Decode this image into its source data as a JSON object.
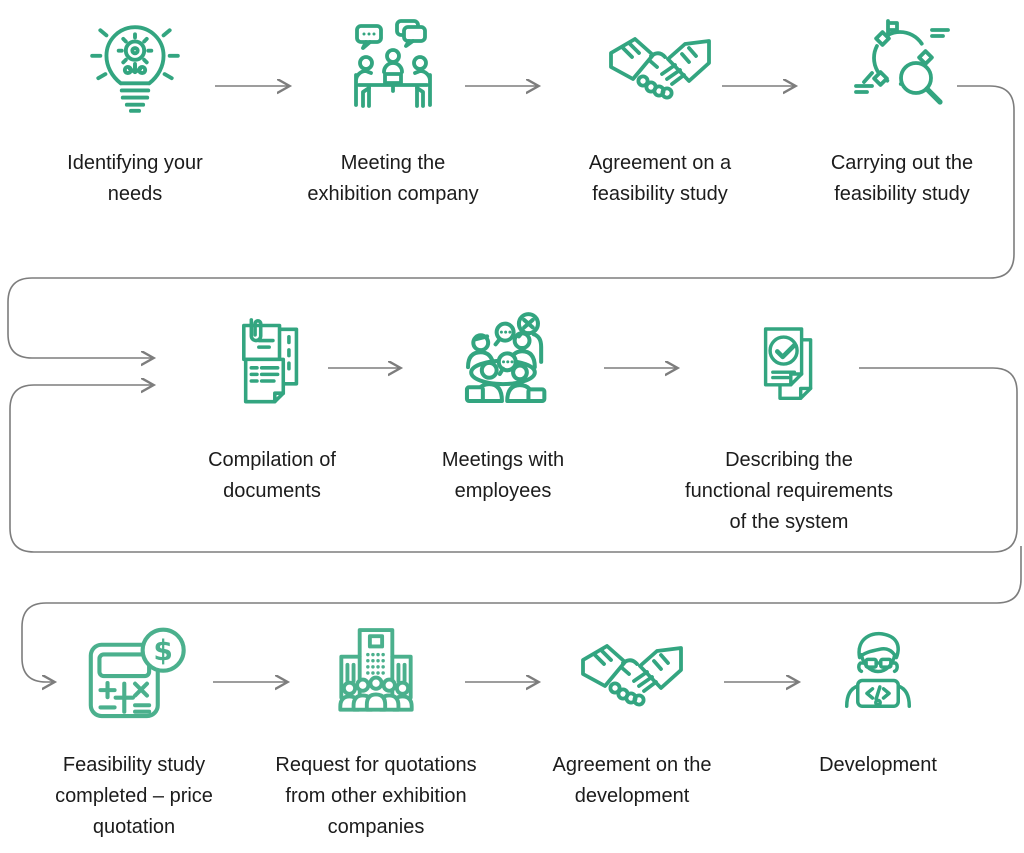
{
  "palette": {
    "icon_green": "#33A580",
    "icon_green_light": "#4BB08D",
    "connector_gray": "#7d7d7d",
    "text_color": "#1c1c1c",
    "background": "#ffffff"
  },
  "flow": {
    "rows": [
      {
        "steps": [
          {
            "id": "identifying-your-needs",
            "icon": "idea-lightbulb-gear",
            "label": "Identifying your\nneeds"
          },
          {
            "id": "meeting-the-exhibition-company",
            "icon": "meeting-table-chat",
            "label": "Meeting the\nexhibition company"
          },
          {
            "id": "agreement-on-a-feasibility-study",
            "icon": "handshake",
            "label": "Agreement on a\nfeasibility study"
          },
          {
            "id": "carrying-out-the-feasibility-study",
            "icon": "research-magnifier-process",
            "label": "Carrying out the\nfeasibility study"
          }
        ]
      },
      {
        "steps": [
          {
            "id": "compilation-of-documents",
            "icon": "documents-paperclip",
            "label": "Compilation of\ndocuments"
          },
          {
            "id": "meetings-with-employees",
            "icon": "roundtable-discussion",
            "label": "Meetings with\nemployees"
          },
          {
            "id": "describing-functional-requirements",
            "icon": "document-checkmark",
            "label": "Describing the\nfunctional requirements\nof the system"
          }
        ]
      },
      {
        "steps": [
          {
            "id": "feasibility-study-completed-price-quotation",
            "icon": "calculator-dollar",
            "label": "Feasibility study\ncompleted – price\nquotation"
          },
          {
            "id": "request-for-quotations-other-companies",
            "icon": "building-crowd",
            "label": "Request for quotations\nfrom other exhibition\ncompanies"
          },
          {
            "id": "agreement-on-the-development",
            "icon": "handshake",
            "label": "Agreement on the\ndevelopment"
          },
          {
            "id": "development",
            "icon": "developer-laptop",
            "label": "Development"
          }
        ]
      }
    ],
    "edges": [
      [
        "identifying-your-needs",
        "meeting-the-exhibition-company"
      ],
      [
        "meeting-the-exhibition-company",
        "agreement-on-a-feasibility-study"
      ],
      [
        "agreement-on-a-feasibility-study",
        "carrying-out-the-feasibility-study"
      ],
      [
        "carrying-out-the-feasibility-study",
        "compilation-of-documents"
      ],
      [
        "compilation-of-documents",
        "meetings-with-employees"
      ],
      [
        "meetings-with-employees",
        "describing-functional-requirements"
      ],
      [
        "describing-functional-requirements",
        "feasibility-study-completed-price-quotation"
      ],
      [
        "feasibility-study-completed-price-quotation",
        "request-for-quotations-other-companies"
      ],
      [
        "request-for-quotations-other-companies",
        "agreement-on-the-development"
      ],
      [
        "agreement-on-the-development",
        "development"
      ]
    ]
  }
}
